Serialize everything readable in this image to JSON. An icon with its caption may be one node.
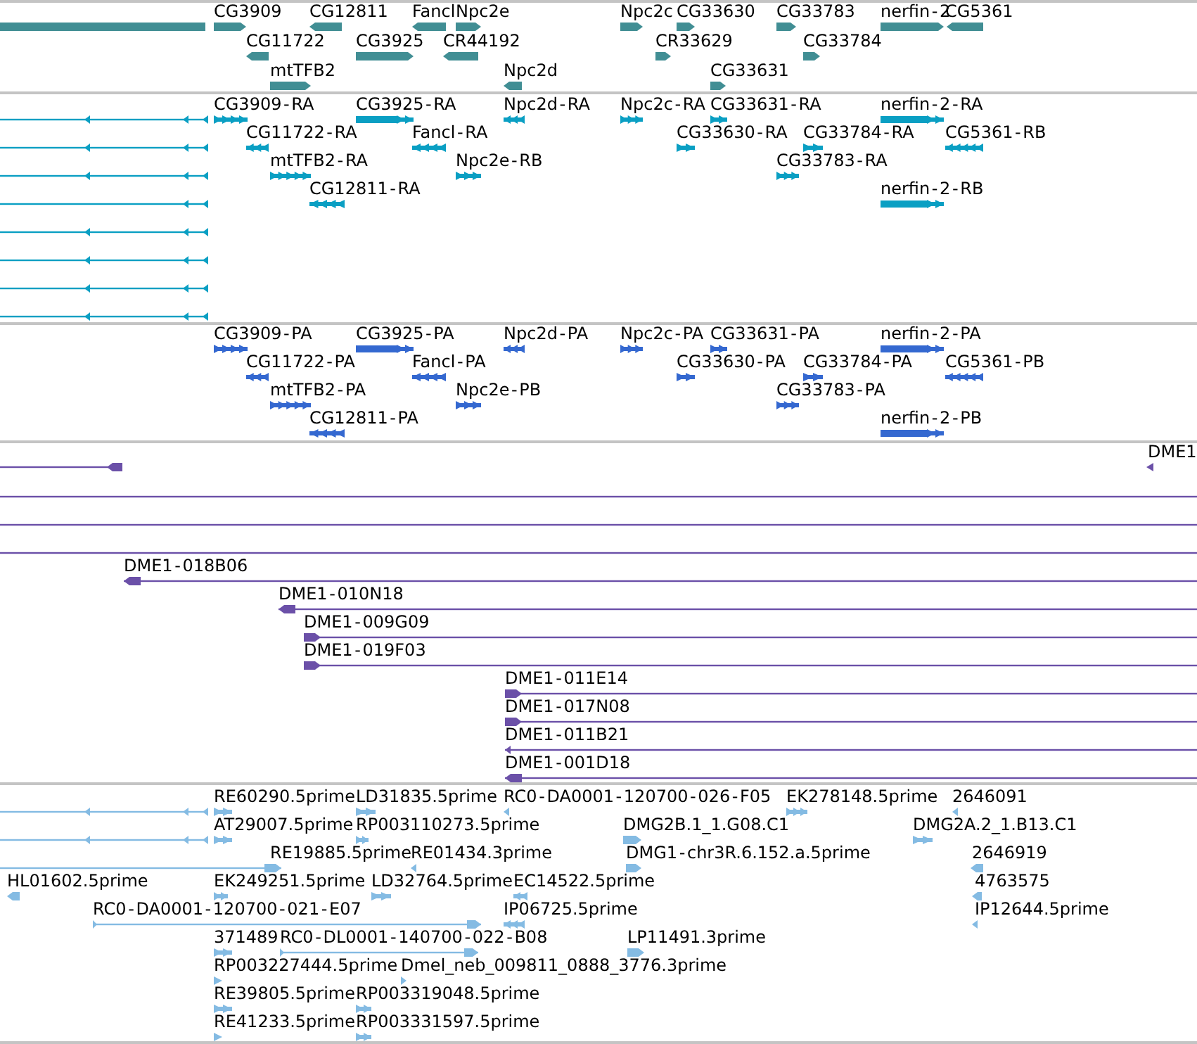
{
  "diagram": {
    "labels": [
      "CG3909",
      "CG12811",
      "Fancl",
      "Npc2e",
      "Npc2c",
      "CG33630",
      "CG33783",
      "nerfin-2",
      "CG5361",
      "CG11722",
      "CG3925",
      "CR44192",
      "CR33629",
      "CG33784",
      "mtTFB2",
      "Npc2d",
      "CG33631",
      "CG3909-RA",
      "CG3925-RA",
      "Npc2d-RA",
      "Npc2c-RA",
      "CG33631-RA",
      "nerfin-2-RA",
      "CG11722-RA",
      "Fancl-RA",
      "CG33630-RA",
      "CG33784-RA",
      "CG5361-RB",
      "mtTFB2-RA",
      "Npc2e-RB",
      "CG33783-RA",
      "CG12811-RA",
      "nerfin-2-RB",
      "CG3909-PA",
      "CG3925-PA",
      "Npc2d-PA",
      "Npc2c-PA",
      "CG33631-PA",
      "nerfin-2-PA",
      "CG11722-PA",
      "Fancl-PA",
      "CG33630-PA",
      "CG33784-PA",
      "CG5361-PB",
      "mtTFB2-PA",
      "Npc2e-PB",
      "CG33783-PA",
      "CG12811-PA",
      "nerfin-2-PB",
      "DME1",
      "DME1-018B06",
      "DME1-010N18",
      "DME1-009G09",
      "DME1-019F03",
      "DME1-011E14",
      "DME1-017N08",
      "DME1-011B21",
      "DME1-001D18",
      "RE60290.5prime",
      "LD31835.5prime",
      "RC0-DA0001-120700-026-F05",
      "EK278148.5prime",
      "2646091",
      "AT29007.5prime",
      "RP003110273.5prime",
      "DMG2B.1_1.G08.C1",
      "DMG2A.2_1.B13.C1",
      "RE19885.5prime",
      "RE01434.3prime",
      "DMG1-chr3R.6.152.a.5prime",
      "2646919",
      "HL01602.5prime",
      "EK249251.5prime",
      "LD32764.5prime",
      "EC14522.5prime",
      "4763575",
      "RC0-DA0001-120700-021-E07",
      "IP06725.5prime",
      "IP12644.5prime",
      "371489",
      "RC0-DL0001-140700-022-B08",
      "LP11491.3prime",
      "RP003227444.5prime",
      "Dmel_neb_009811_0888_3776.3prime",
      "RE39805.5prime",
      "RP003319048.5prime",
      "RE41233.5prime",
      "RP003331597.5prime"
    ]
  }
}
